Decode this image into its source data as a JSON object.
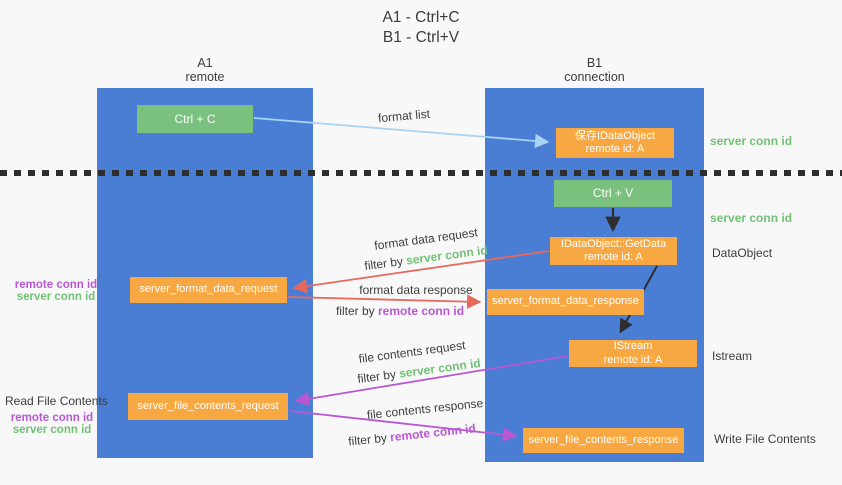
{
  "title": {
    "line1": "A1 - Ctrl+C",
    "line2": "B1 - Ctrl+V"
  },
  "columns": {
    "a": {
      "name": "A1",
      "subtitle": "remote"
    },
    "b": {
      "name": "B1",
      "subtitle": "connection"
    }
  },
  "nodes": {
    "ctrl_c": {
      "label": "Ctrl + C"
    },
    "save_dataobject": {
      "line1": "保存IDataObject",
      "line2": "remote id: A"
    },
    "ctrl_v": {
      "label": "Ctrl + V"
    },
    "getdata": {
      "line1": "IDataObject::GetData",
      "line2": "remote id: A"
    },
    "server_format_data_request": {
      "label": "server_format_data_request"
    },
    "server_format_data_response": {
      "label": "server_format_data_response"
    },
    "istream": {
      "line1": "IStream",
      "line2": "remote id: A"
    },
    "server_file_contents_request": {
      "label": "server_file_contents_request"
    },
    "server_file_contents_response": {
      "label": "server_file_contents_response"
    }
  },
  "flow_labels": {
    "format_list": "format list",
    "format_data_request": "format data request",
    "format_data_response": "format data response",
    "file_contents_request": "file contents request",
    "file_contents_response": "file contents response",
    "filter_by": "filter by",
    "server_conn_id": "server conn id",
    "remote_conn_id": "remote conn id"
  },
  "side_labels": {
    "server_conn_id_top_right": "server conn id",
    "server_conn_id_mid_right": "server conn id",
    "dataobject_right": "DataObject",
    "istream_right": "Istream",
    "write_file_contents_right": "Write File Contents",
    "remote_conn_id_left_mid": "remote conn id",
    "server_conn_id_left_mid": "server conn id",
    "read_file_contents_left": "Read File Contents",
    "remote_conn_id_left_bottom": "remote conn id",
    "server_conn_id_left_bottom": "server conn id"
  },
  "colors": {
    "column_blue": "#4a7ed4",
    "box_green": "#79c17d",
    "box_orange": "#f8a843",
    "arrow_lightblue": "#a9d3f3",
    "arrow_red": "#e7695c",
    "arrow_magenta": "#b957d3",
    "text_green": "#72c275",
    "text_purple": "#b957d3",
    "text_dark": "#3c3c3c"
  }
}
